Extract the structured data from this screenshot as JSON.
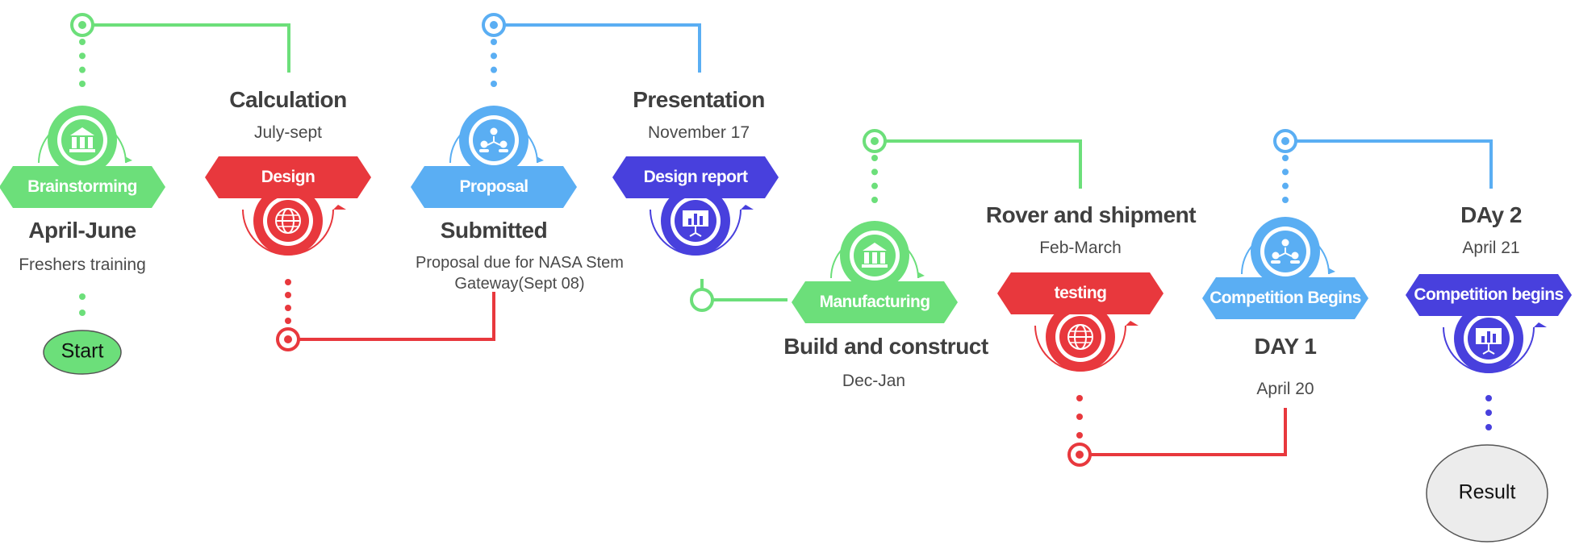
{
  "colors": {
    "green": "#6cdf7a",
    "red": "#e8383d",
    "blue": "#5aaef3",
    "indigo": "#4840dd"
  },
  "start_label": "Start",
  "result_label": "Result",
  "steps": [
    {
      "badge": "Brainstorming",
      "title": "April-June",
      "subtitle": "Freshers training",
      "icon": "bank-icon",
      "color": "green"
    },
    {
      "badge": "Design",
      "title": "Calculation",
      "subtitle": "July-sept",
      "icon": "globe-icon",
      "color": "red"
    },
    {
      "badge": "Proposal",
      "title": "Submitted",
      "subtitle": "Proposal due for NASA Stem Gateway(Sept 08)",
      "icon": "team-icon",
      "color": "blue"
    },
    {
      "badge": "Design report",
      "title": "Presentation",
      "subtitle": "November 17",
      "icon": "presentation-icon",
      "color": "indigo"
    },
    {
      "badge": "Manufacturing",
      "title": "Build and construct",
      "subtitle": "Dec-Jan",
      "icon": "bank-icon",
      "color": "green"
    },
    {
      "badge": "testing",
      "title": "Rover and shipment",
      "subtitle": "Feb-March",
      "icon": "globe-icon",
      "color": "red"
    },
    {
      "badge": "Competition Begins",
      "title": "DAY 1",
      "subtitle": "April 20",
      "icon": "team-icon",
      "color": "blue"
    },
    {
      "badge": "Competition begins",
      "title": "DAy 2",
      "subtitle": "April 21",
      "icon": "presentation-icon",
      "color": "indigo"
    }
  ]
}
